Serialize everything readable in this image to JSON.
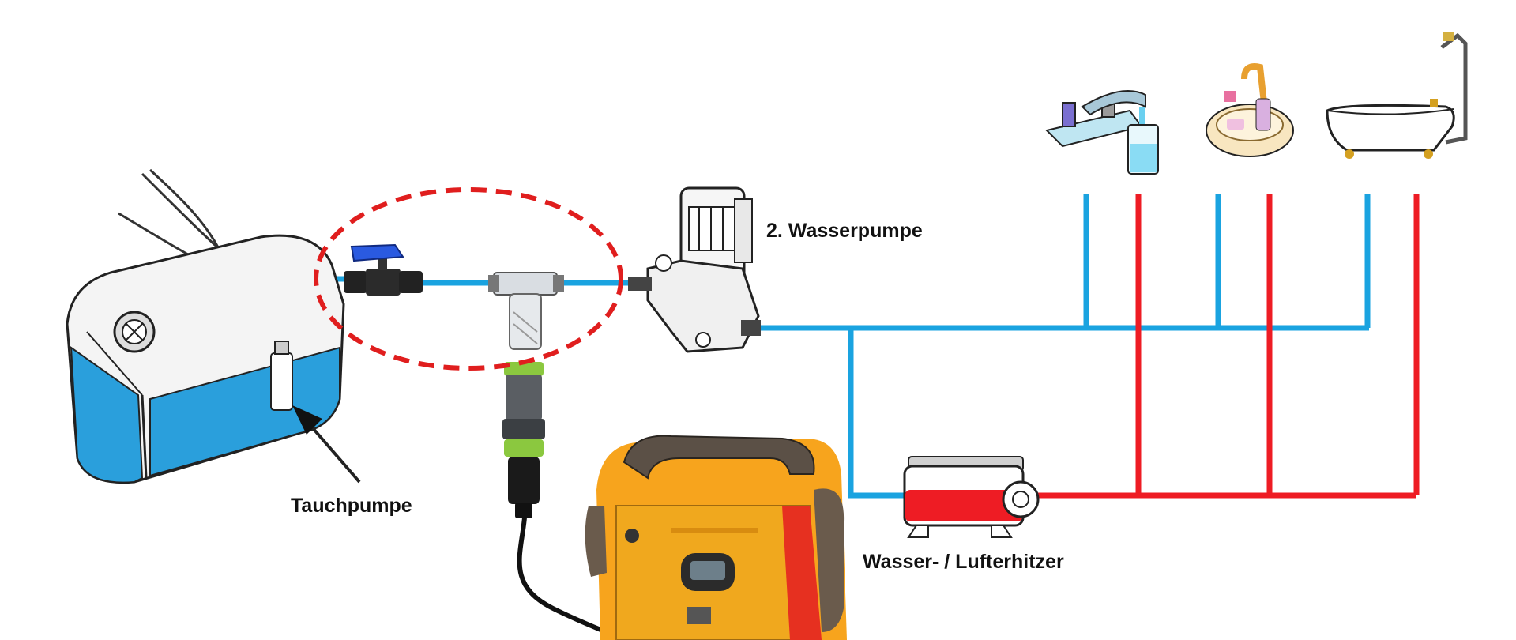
{
  "labels": {
    "pump2": "2. Wasserpumpe",
    "submersible": "Tauchpumpe",
    "heater": "Wasser- / Lufterhitzer"
  },
  "components": {
    "tank": "water-tank",
    "submersible_pump": "submersible-pump",
    "ball_valve": "ball-valve",
    "tee_filter": "tee-with-filter",
    "hose_connector": "garden-hose-connector",
    "power_station": "portable-power-station",
    "pump2": "water-pump",
    "heater": "water-air-heater",
    "tap": "kitchen-faucet",
    "basin": "wash-basin",
    "bathtub": "bathtub"
  },
  "colors": {
    "cold_water": "#1aa3e0",
    "hot_water": "#ee1c24",
    "tank_water": "#2a9fdc",
    "highlight": "#e01e1e",
    "power_station": "#f7a41d"
  }
}
